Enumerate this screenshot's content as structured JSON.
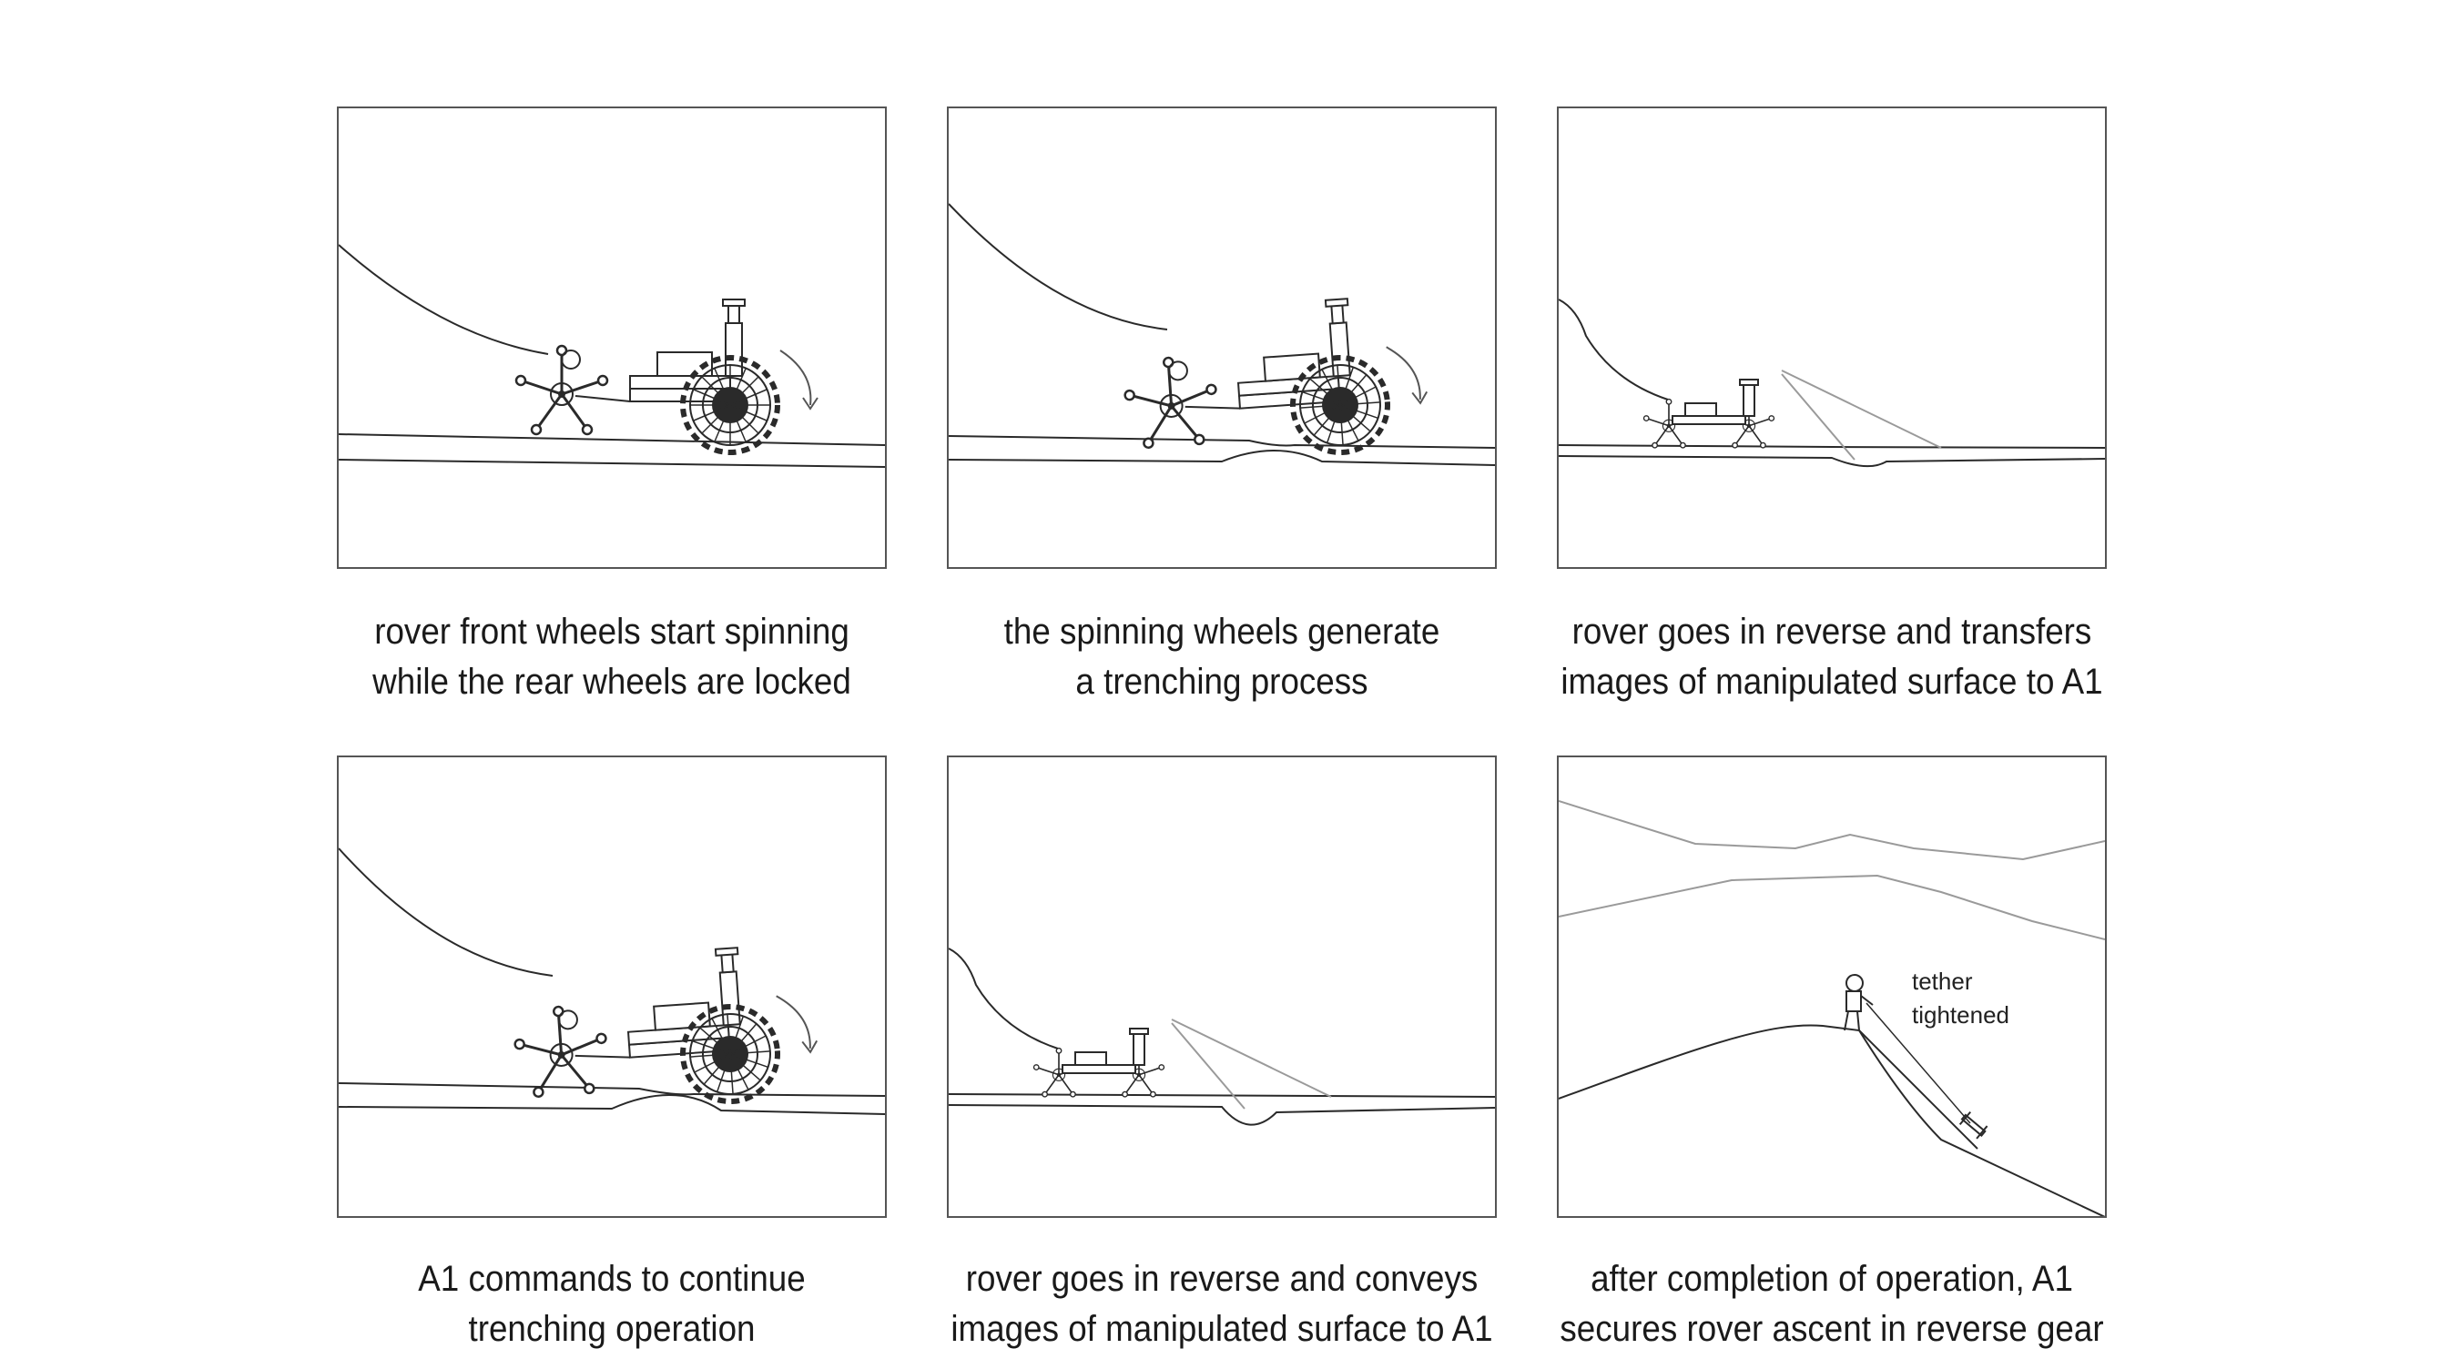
{
  "panels": [
    {
      "id": "p1",
      "caption": [
        "rover front wheels start spinning",
        "while the rear wheels are locked"
      ]
    },
    {
      "id": "p2",
      "caption": [
        "the spinning wheels generate",
        "a trenching process"
      ]
    },
    {
      "id": "p3",
      "caption": [
        "rover goes in reverse and transfers",
        "images of manipulated surface to A1"
      ]
    },
    {
      "id": "p4",
      "caption": [
        "A1 commands to continue",
        "trenching operation"
      ]
    },
    {
      "id": "p5",
      "caption": [
        "rover goes in reverse and conveys",
        "images of manipulated surface to A1"
      ]
    },
    {
      "id": "p6",
      "caption": [
        "after completion of operation, A1",
        "secures rover ascent in reverse gear"
      ],
      "note": [
        "tether",
        "tightened"
      ]
    }
  ],
  "colors": {
    "line": "#2a2a2a",
    "light": "#9a9a9a",
    "border": "#555555"
  },
  "icons": [
    "rover-icon",
    "astronaut-icon",
    "spinning-arrow-icon"
  ]
}
